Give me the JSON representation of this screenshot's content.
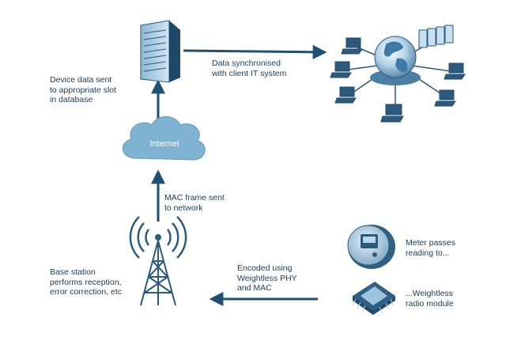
{
  "labels": {
    "device_data": "Device data sent\nto appropriate slot\nin database",
    "data_sync": "Data synchronised\nwith client IT system",
    "internet": "Internet",
    "mac_frame": "MAC frame sent\nto network",
    "base_station": "Base station\nperforms reception,\nerror correction, etc",
    "encoded": "Encoded using\nWeightless PHY\nand MAC",
    "meter": "Meter passes\nreading to...",
    "module": "...Weightless\nradio module"
  },
  "colors": {
    "primary": "#2c5a7c",
    "light": "#b7d7ec",
    "cloud": "#7fb3d2",
    "arrow": "#1f4f72"
  },
  "icons": [
    "server-icon",
    "internet-cloud-icon",
    "globe-network-icon",
    "base-station-tower-icon",
    "smart-meter-icon",
    "radio-module-chip-icon"
  ]
}
